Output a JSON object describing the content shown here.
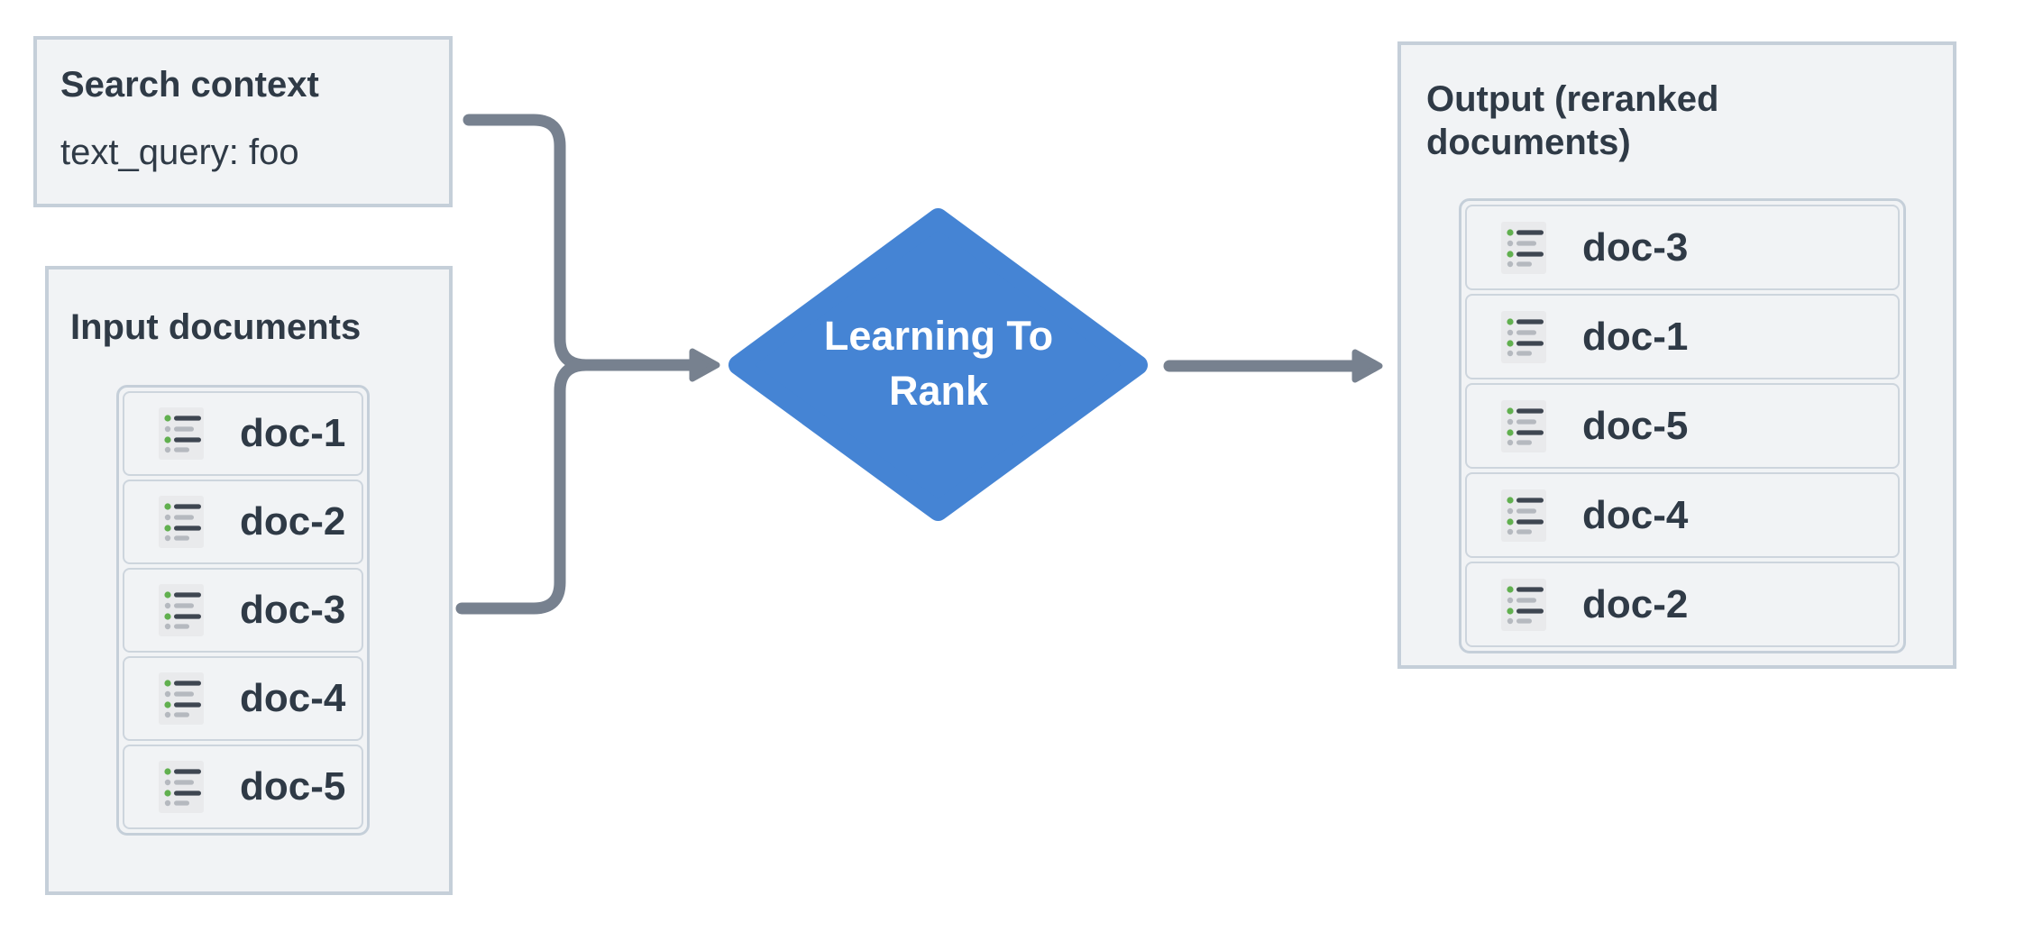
{
  "search_context": {
    "title": "Search context",
    "body": "text_query: foo"
  },
  "input_documents": {
    "title": "Input documents",
    "items": [
      "doc-1",
      "doc-2",
      "doc-3",
      "doc-4",
      "doc-5"
    ]
  },
  "process": {
    "line1": "Learning To",
    "line2": "Rank"
  },
  "output": {
    "title": "Output (reranked documents)",
    "items": [
      "doc-3",
      "doc-1",
      "doc-5",
      "doc-4",
      "doc-2"
    ]
  },
  "icons": {
    "document_card": "bulleted-list-icon"
  },
  "colors": {
    "node_blue": "#4584d4",
    "connector_gray": "#77818f",
    "panel_fill": "#f1f3f5",
    "panel_border": "#c5cfd9",
    "card_border": "#cdd5dd",
    "text_dark": "#2f3a46",
    "diamond_text": "#ffffff",
    "icon_bg": "#e9eaec",
    "icon_dark": "#3e4651",
    "icon_gray": "#b5b9bf",
    "icon_green": "#61b04f"
  }
}
